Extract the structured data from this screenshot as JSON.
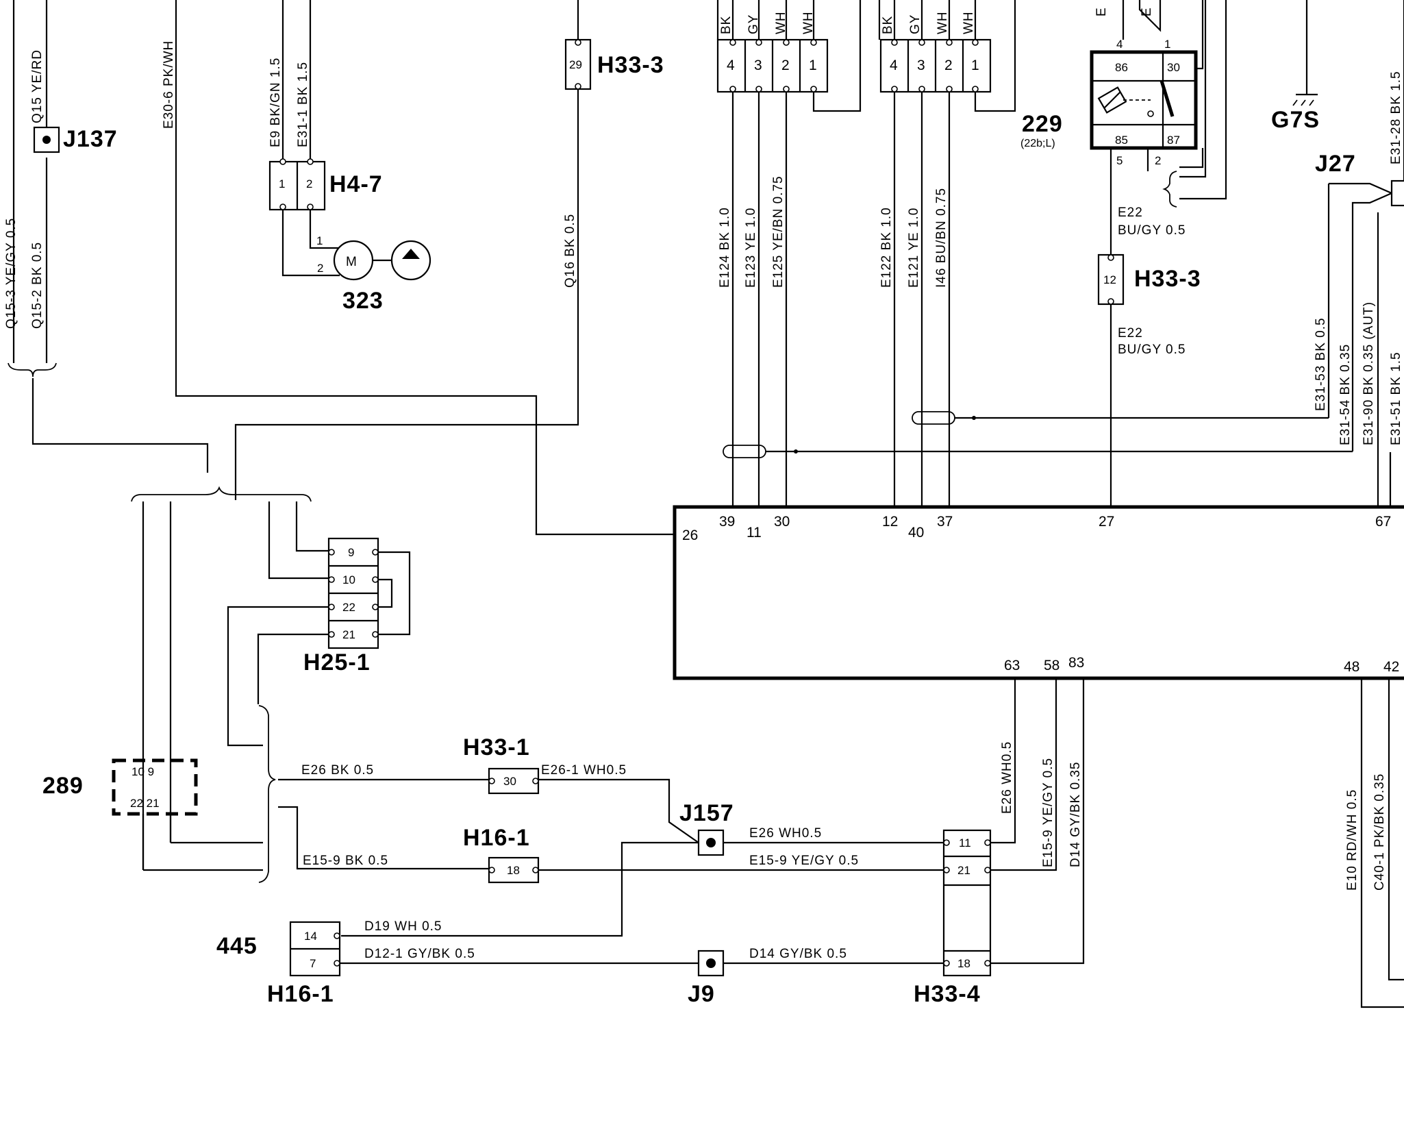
{
  "components": {
    "j137": "J137",
    "h47": "H4-7",
    "motor": "M",
    "c323": "323",
    "h33_3a": "H33-3",
    "h33_3b": "H33-3",
    "c229": "229",
    "c229_sub": "(22b;L)",
    "g7s": "G7S",
    "j27": "J27",
    "h25_1": "H25-1",
    "c289": "289",
    "h33_1": "H33-1",
    "h16_1a": "H16-1",
    "j157": "J157",
    "c445": "445",
    "h16_1b": "H16-1",
    "j9": "J9",
    "h33_4": "H33-4"
  },
  "wires": {
    "q15_3": "Q15-3  YE/GY  0.5",
    "q15": "Q15  YE/RD",
    "q15_2": "Q15-2  BK 0.5",
    "e30_6": "E30-6  PK/WH",
    "e9": "E9  BK/GN  1.5",
    "e31_1": "E31-1  BK  1.5",
    "q16": "Q16  BK  0.5",
    "e124": "E124  BK  1.0",
    "e123": "E123  YE  1.0",
    "e125": "E125  YE/BN  0.75",
    "e122": "E122  BK  1.0",
    "e121": "E121  YE  1.0",
    "i46": "I46  BU/BN  0.75",
    "e22a_1": "E22",
    "e22a_2": "BU/GY  0.5",
    "e22b_1": "E22",
    "e22b_2": "BU/GY  0.5",
    "e31_53": "E31-53  BK  0.5",
    "e31_54": "E31-54  BK  0.35",
    "e31_90": "E31-90  BK  0.35  (AUT)",
    "e31_51": "E31-51  BK  1.5",
    "e31_28": "E31-28  BK  1.5",
    "e26_a": "E26  BK  0.5",
    "e26_1": "E26-1  WH0.5",
    "e15_9a": "E15-9  BK  0.5",
    "e26_b": "E26  WH0.5",
    "e15_9b": "E15-9  YE/GY  0.5",
    "d19": "D19  WH 0.5",
    "d12_1": "D12-1  GY/BK  0.5",
    "d14_a": "D14  GY/BK  0.5",
    "e26_v": "E26  WH0.5",
    "e15_9v": "E15-9  YE/GY  0.5",
    "d14_v": "D14  GY/BK  0.35",
    "e10": "E10  RD/WH 0.5",
    "c40_1": "C40-1  PK/BK  0.35"
  },
  "conn_colors_a": [
    "BK",
    "GY",
    "WH",
    "WH"
  ],
  "conn_colors_b": [
    "BK",
    "GY",
    "WH",
    "WH"
  ],
  "conn_pins": [
    "4",
    "3",
    "2",
    "1"
  ],
  "relay": {
    "p86": "86",
    "p30": "30",
    "p85": "85",
    "p87": "87",
    "t4": "4",
    "t1": "1",
    "t5": "5",
    "t2": "2"
  },
  "pins": {
    "h47_1": "1",
    "h47_2": "2",
    "m1": "1",
    "m2": "2",
    "h333_29": "29",
    "h333_12": "12",
    "h251": [
      "9",
      "10",
      "22",
      "21"
    ],
    "c289_top": "10  9",
    "c289_bot": "22 21",
    "h331_30": "30",
    "h161_18": "18",
    "c445_14": "14",
    "c445_7": "7",
    "h334_11": "11",
    "h334_21": "21",
    "h334_18": "18"
  },
  "ecu_pins": {
    "p26": "26",
    "p39": "39",
    "p11": "11",
    "p30": "30",
    "p12": "12",
    "p40": "40",
    "p37": "37",
    "p27": "27",
    "p67": "67",
    "p63": "63",
    "p58": "58",
    "p83": "83",
    "p48": "48",
    "p42": "42"
  },
  "top_e": "E"
}
